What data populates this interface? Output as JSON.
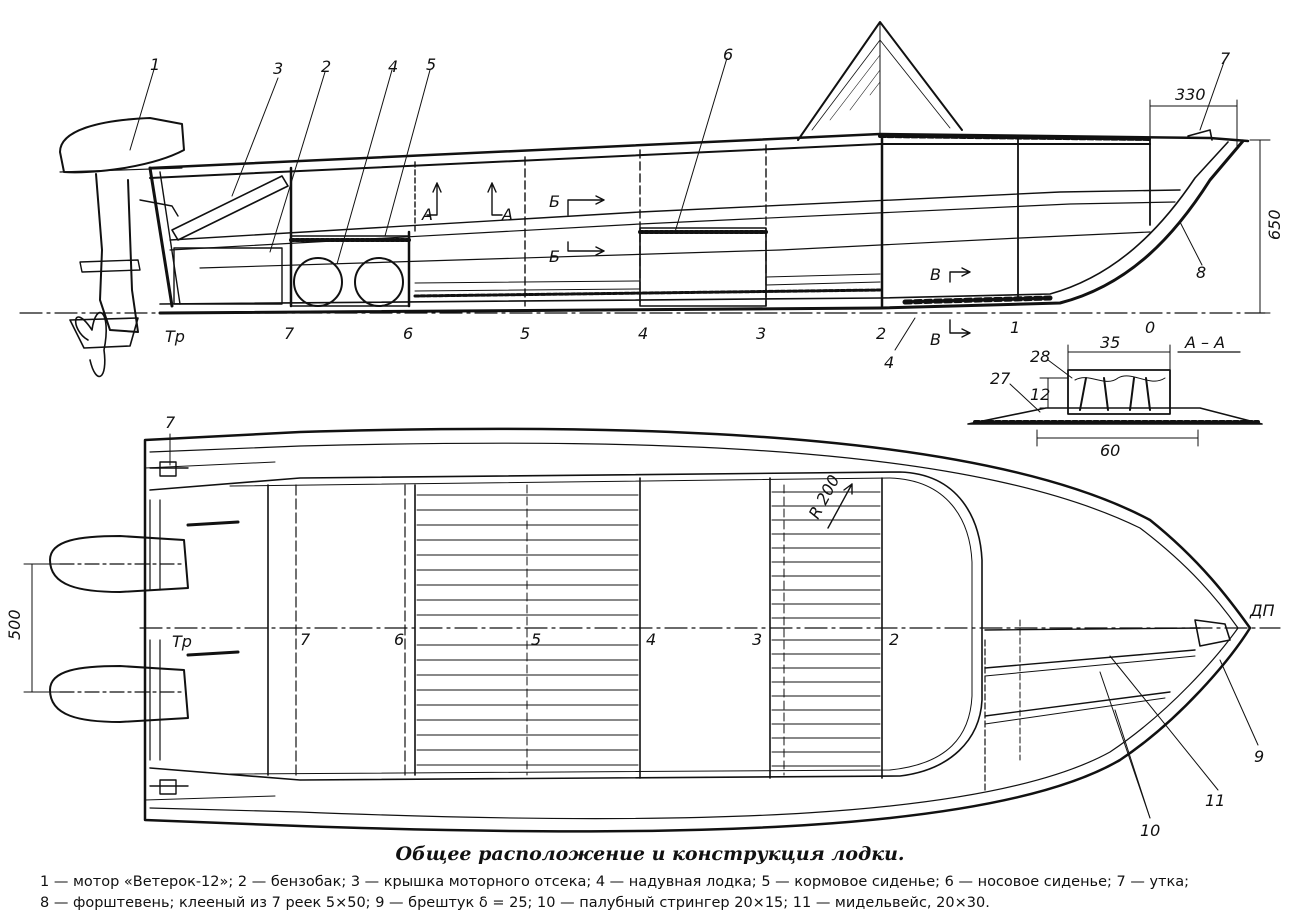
{
  "caption": "Общее расположение и конструкция лодки.",
  "legend": {
    "item1": "1 — мотор «Ветерок-12»;",
    "item2": "2 — бензобак;",
    "item3": "3 — крышка моторного отсека;",
    "item4": "4 — надувная лодка;",
    "item5": "5 — кормовое сиденье;",
    "item6": "6 — носовое сиденье;",
    "item7": "7 — утка;",
    "item8": "8 — форштевень; клееный из 7 реек 5×50;",
    "item9": "9 — брештук δ = 25;",
    "item10": "10 — палубный стрингер 20×15;",
    "item11": "11 — мидельвейс, 20×30."
  },
  "side_view": {
    "callouts": [
      "1",
      "3",
      "2",
      "4",
      "5",
      "6",
      "7",
      "8"
    ],
    "frames": [
      "Тр",
      "7",
      "6",
      "5",
      "4",
      "3",
      "2",
      "1",
      "0"
    ],
    "section_marks": [
      "А",
      "А",
      "Б",
      "Б",
      "В",
      "В"
    ],
    "dimensions": {
      "bow_width": "330",
      "bow_height": "650"
    }
  },
  "section_aa": {
    "title": "А – А",
    "callouts": [
      "28",
      "27"
    ],
    "dimensions": {
      "top": "35",
      "height": "12",
      "bottom": "60"
    }
  },
  "plan_view": {
    "callouts": [
      "7",
      "9",
      "11",
      "10"
    ],
    "frames": [
      "Тр",
      "7",
      "6",
      "5",
      "4",
      "3",
      "2"
    ],
    "centerline": "ДП",
    "radius": "R 200",
    "motor_spacing": "500"
  },
  "icons": [
    "boat-side-elevation",
    "boat-plan-view",
    "keel-section"
  ]
}
